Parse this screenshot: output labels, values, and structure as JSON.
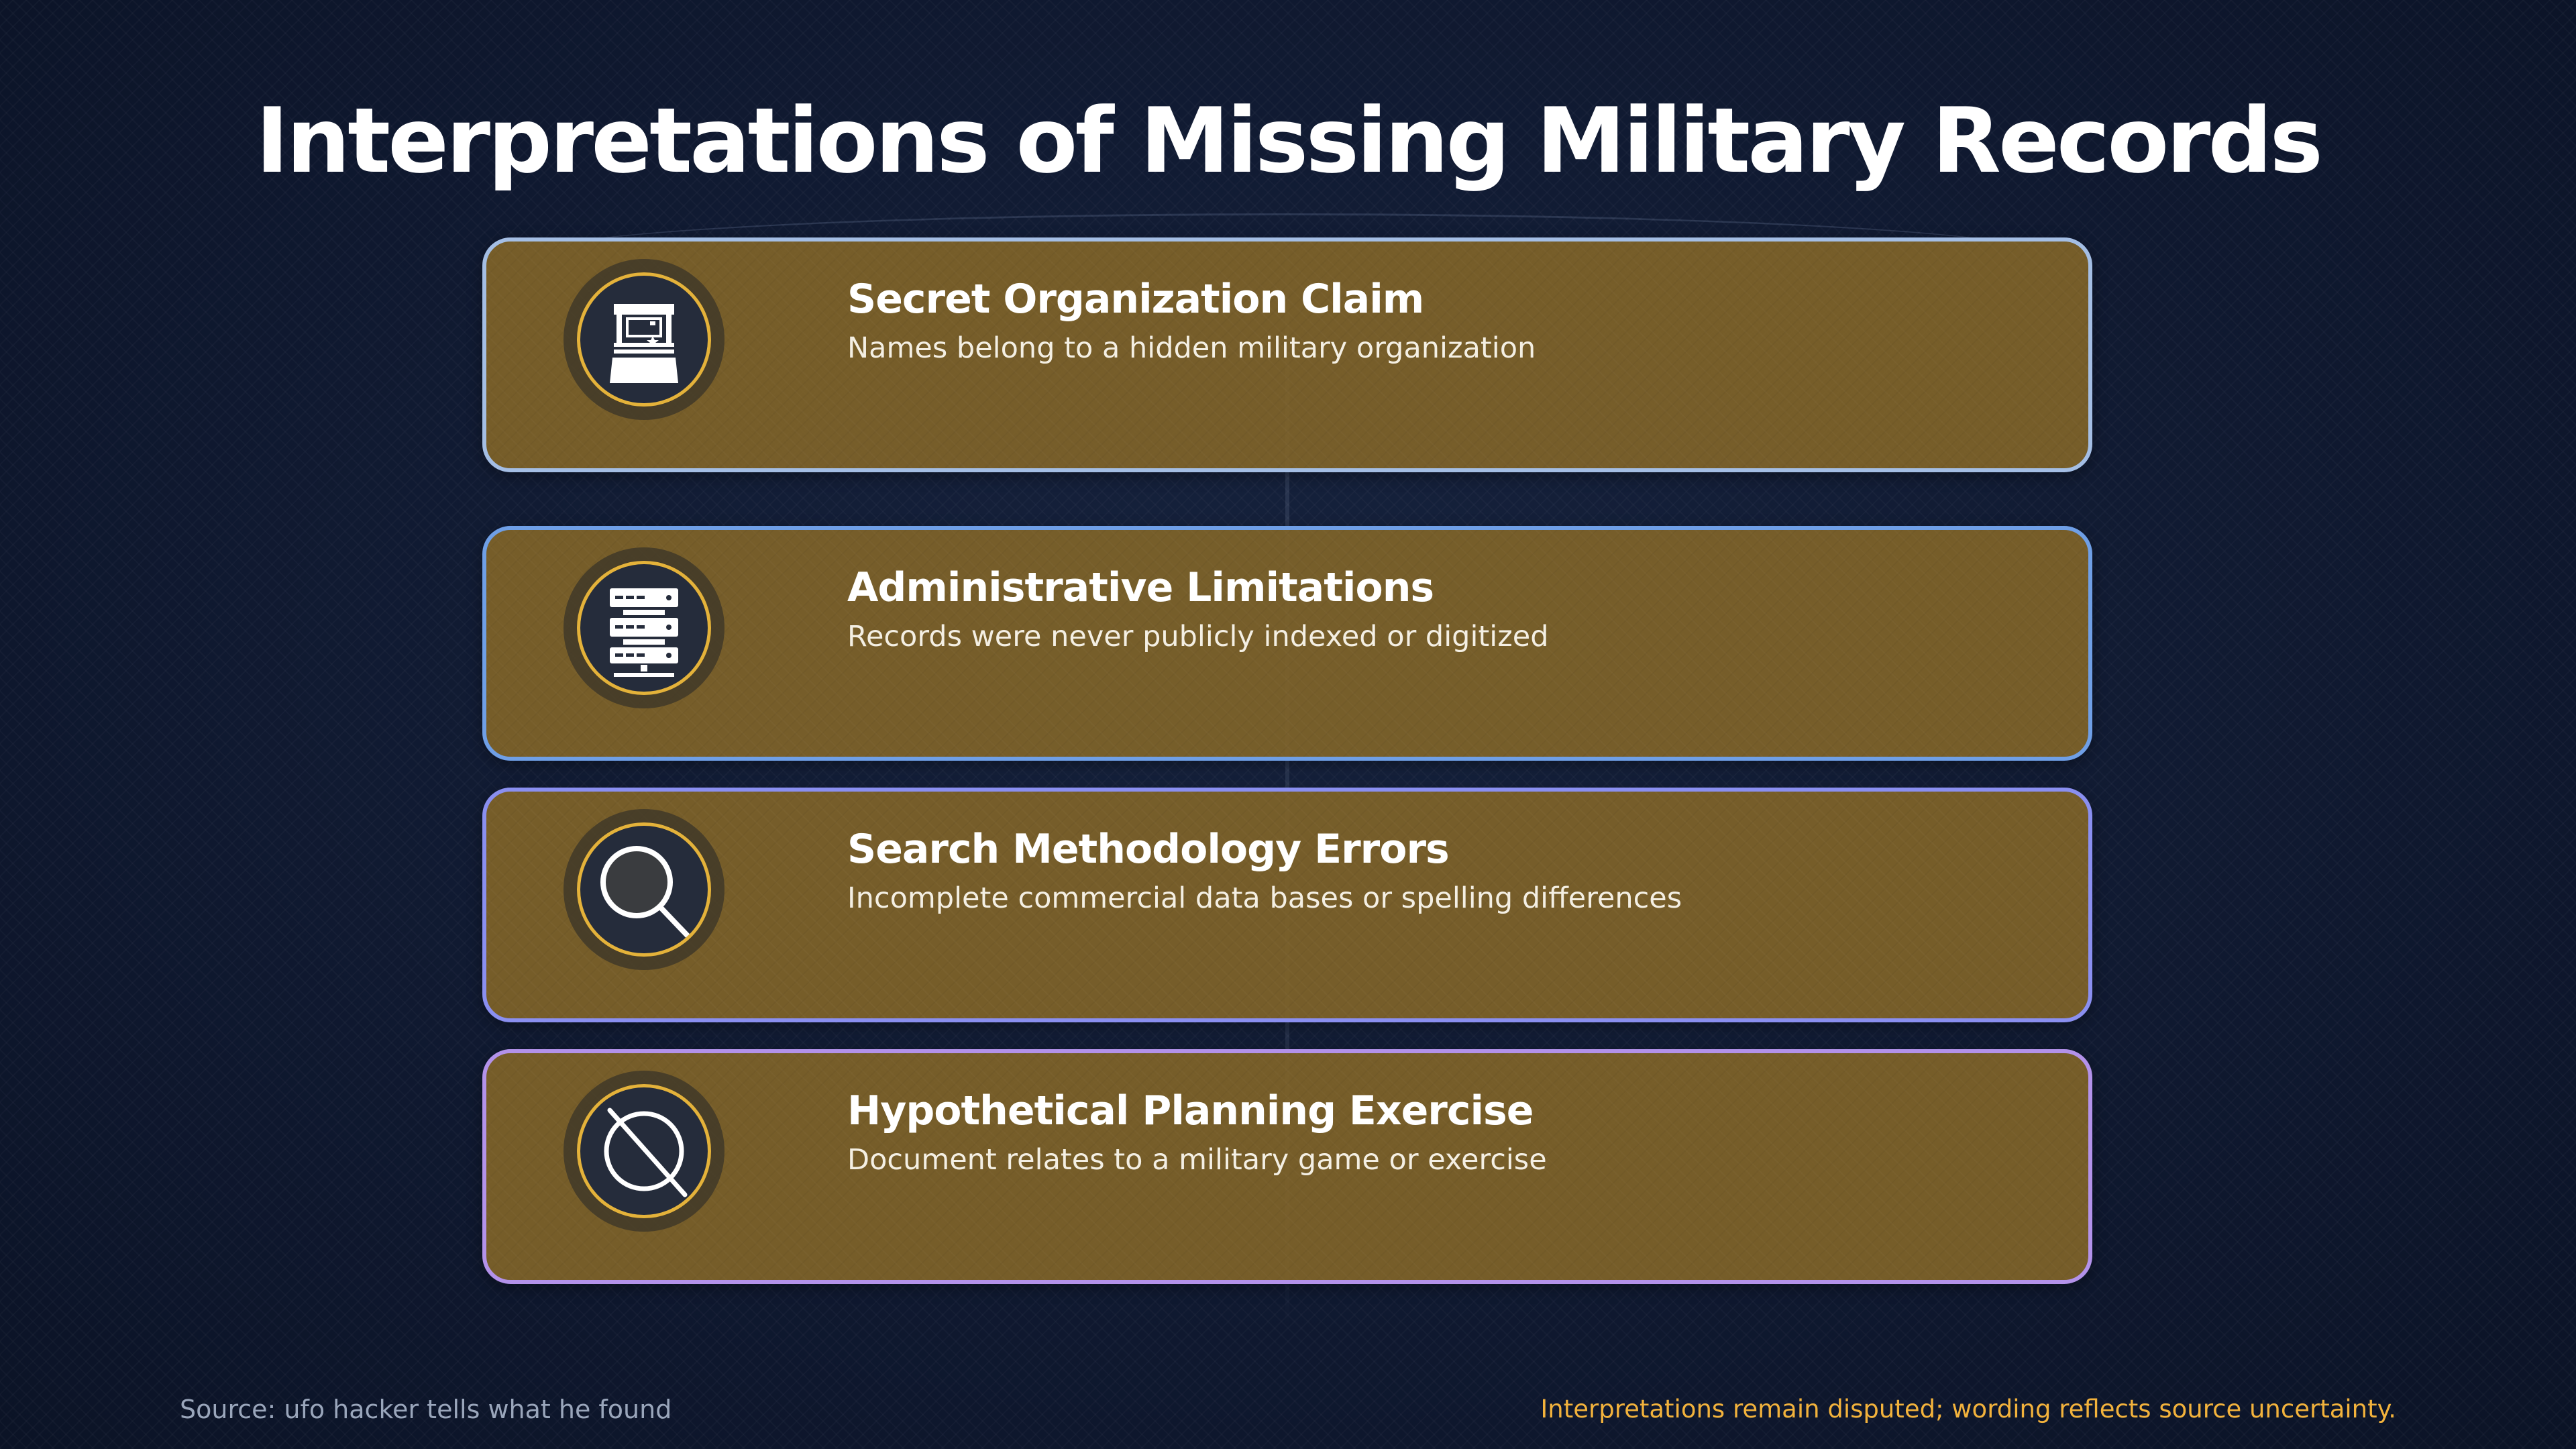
{
  "title": "Interpretations of Missing Military Records",
  "cards": [
    {
      "icon": "archive-cabinet-icon",
      "title": "Secret Organization Claim",
      "description": "Names belong to a hidden military organization"
    },
    {
      "icon": "server-rack-icon",
      "title": "Administrative Limitations",
      "description": "Records were never publicly indexed or digitized"
    },
    {
      "icon": "magnifier-icon",
      "title": "Search Methodology Errors",
      "description": "Incomplete commercial data bases or spelling differences"
    },
    {
      "icon": "prohibited-icon",
      "title": "Hypothetical Planning Exercise",
      "description": "Document relates to a military game or exercise"
    }
  ],
  "footer": {
    "source": "Source: ufo hacker tells what he found",
    "note": "Interpretations remain disputed; wording reflects source uncertainty."
  },
  "colors": {
    "background": "#0f1830",
    "card_fill": "#816429",
    "icon_ring": "#e4b23a",
    "note_text": "#f2b23c"
  }
}
